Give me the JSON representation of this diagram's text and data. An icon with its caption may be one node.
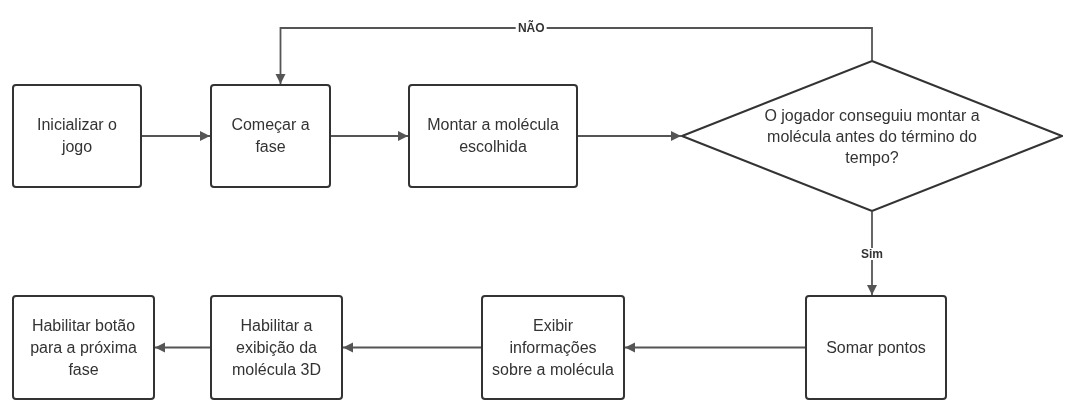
{
  "diagram": {
    "nodes": [
      {
        "text": [
          "Inicializar o jogo"
        ]
      },
      {
        "text": [
          "Começar a fase"
        ]
      },
      {
        "text": [
          "Montar a molécula escolhida"
        ]
      },
      {
        "text": [
          "O jogador conseguiu montar a molécula antes do término do tempo?"
        ]
      },
      {
        "text": [
          "Somar pontos"
        ]
      },
      {
        "text": [
          "Exibir informações sobre a molécula"
        ]
      },
      {
        "text": [
          "Habilitar a exibição da molécula 3D"
        ]
      },
      {
        "text": [
          "Habilitar botão para a próxima fase"
        ]
      }
    ],
    "edges": [
      {
        "from": 0,
        "to": 1,
        "arrow": "to"
      },
      {
        "from": 1,
        "to": 2,
        "arrow": "to"
      },
      {
        "from": 2,
        "to": 3,
        "arrow": "to"
      },
      {
        "from": 3,
        "to": 1,
        "arrow": "to",
        "label": "NÃO"
      },
      {
        "from": 3,
        "to": 4,
        "arrow": "to",
        "label": "Sim"
      },
      {
        "from": 4,
        "to": 5,
        "arrow": "to"
      },
      {
        "from": 5,
        "to": 6,
        "arrow": "to"
      },
      {
        "from": 6,
        "to": 7,
        "arrow": "to"
      }
    ]
  }
}
